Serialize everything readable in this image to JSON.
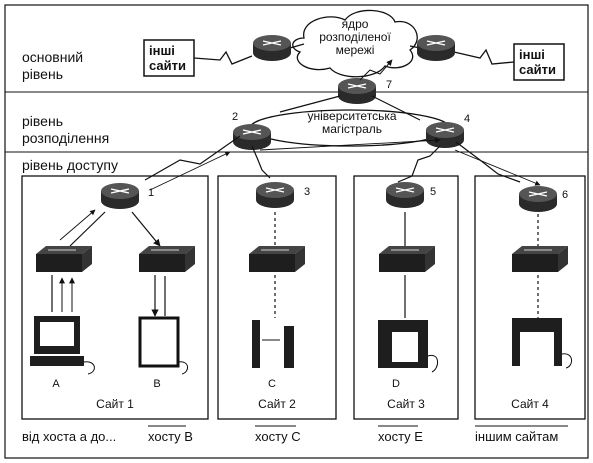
{
  "levels": {
    "core": "основний рівень",
    "distribution": "рівень розподілення",
    "access": "рівень доступу"
  },
  "core": {
    "cloud_label": "ядро розподіленої мережі",
    "other_sites_left": "інші сайти",
    "other_sites_right": "інші сайти",
    "router_number": "7"
  },
  "distribution": {
    "backbone_label": "університетська магістраль",
    "routers": [
      "2",
      "4"
    ]
  },
  "access": {
    "routers": [
      "1",
      "3",
      "5",
      "6"
    ]
  },
  "sites": [
    {
      "name": "Сайт 1",
      "hosts": [
        "A",
        "B"
      ]
    },
    {
      "name": "Сайт 2",
      "hosts": [
        "C"
      ]
    },
    {
      "name": "Сайт 3",
      "hosts": [
        "D"
      ]
    },
    {
      "name": "Сайт 4",
      "hosts": []
    }
  ],
  "footer": {
    "from_host": "від хоста а до...",
    "to_b": "хосту В",
    "to_c": "хосту С",
    "to_e": "хосту Е",
    "to_other": "іншим сайтам"
  },
  "colors": {
    "device": "#2a2a2a",
    "line": "#111111"
  }
}
